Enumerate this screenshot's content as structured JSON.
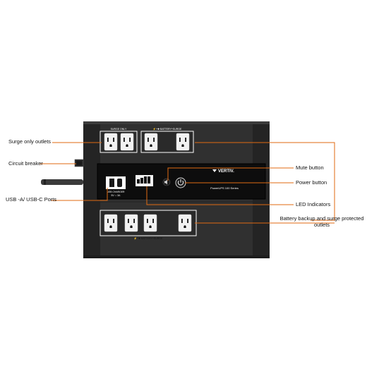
{
  "device": {
    "brand": "VERTIV.",
    "model": "PowerUPS 100 Series",
    "usb_label_line1": "USB CHARGER",
    "usb_label_line2": "5V ⎓ 3A",
    "top_surge_group_label": "SURGE ONLY",
    "top_battery_group_label": "⚡+✚ BATTERY+SURGE",
    "bottom_group_label": "⚡+✚ BATTERY+SURGE"
  },
  "callouts": {
    "surge_only_outlets": "Surge only outlets",
    "circuit_breaker": "Circuit breaker",
    "usb_ports": "USB -A/ USB-C Ports",
    "mute_button": "Mute button",
    "power_button": "Power button",
    "led_indicators": "LED Indicators",
    "battery_backup_outlets": "Battery backup and surge protected outlets"
  },
  "colors": {
    "callout_line": "#e06a12",
    "body": "#333333",
    "panel": "#101010",
    "outlet": "#f2f2f2"
  },
  "icons": [
    "vertiv-logo-icon",
    "mute-icon",
    "power-icon"
  ]
}
